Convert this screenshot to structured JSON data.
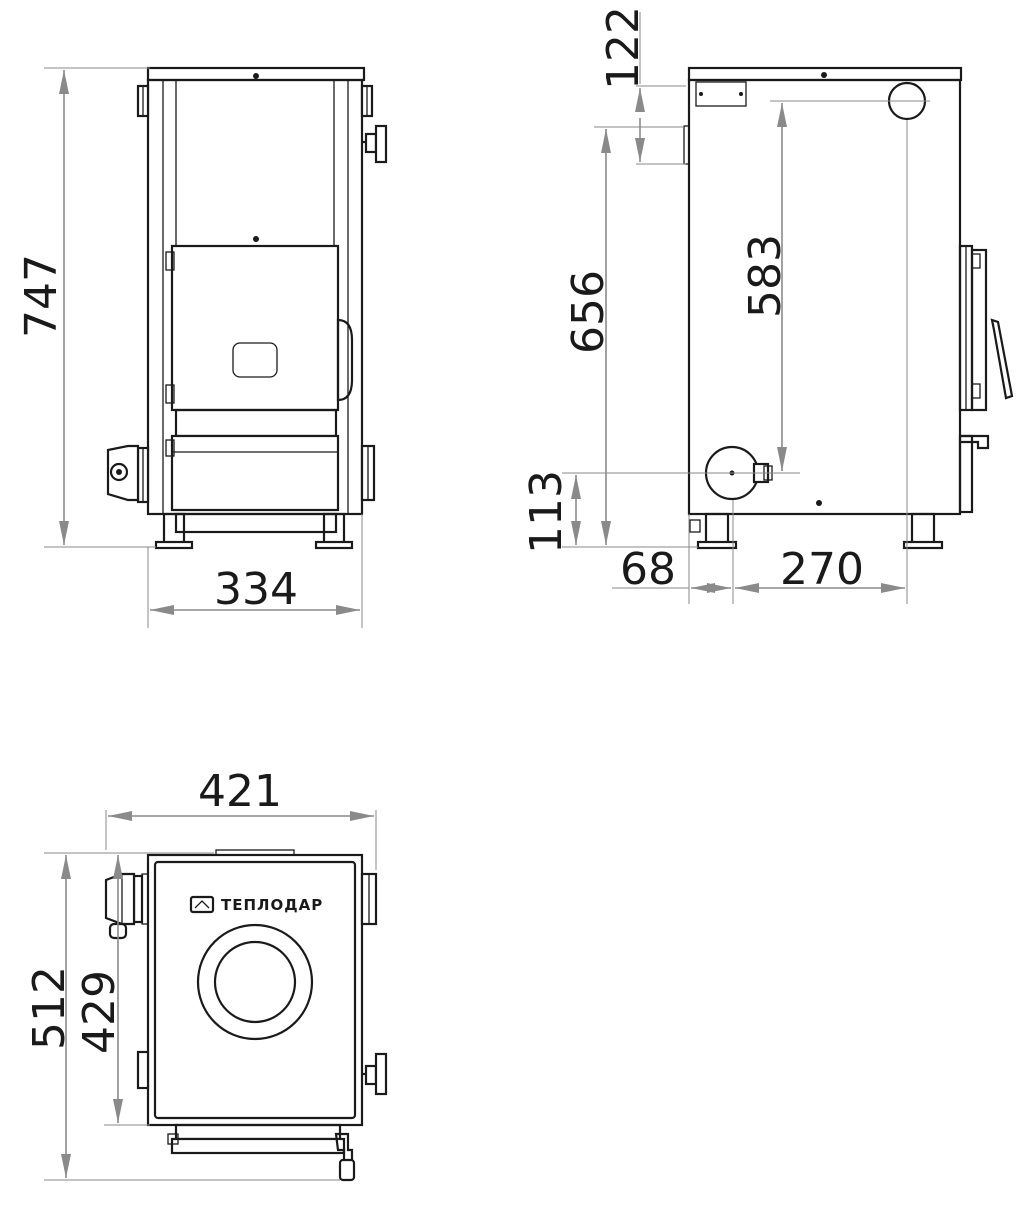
{
  "dimensions": {
    "front_height": "747",
    "front_width": "334",
    "side_flue_offset": "122",
    "side_outlet_height": "656",
    "side_inlet_to_outlet": "583",
    "side_inlet_height": "113",
    "side_inlet_from_back": "68",
    "side_outlet_from_inlet": "270",
    "top_width": "421",
    "top_depth": "512",
    "top_body_depth": "429"
  },
  "brand": {
    "logo_text": "ТЕПЛОДАР"
  }
}
